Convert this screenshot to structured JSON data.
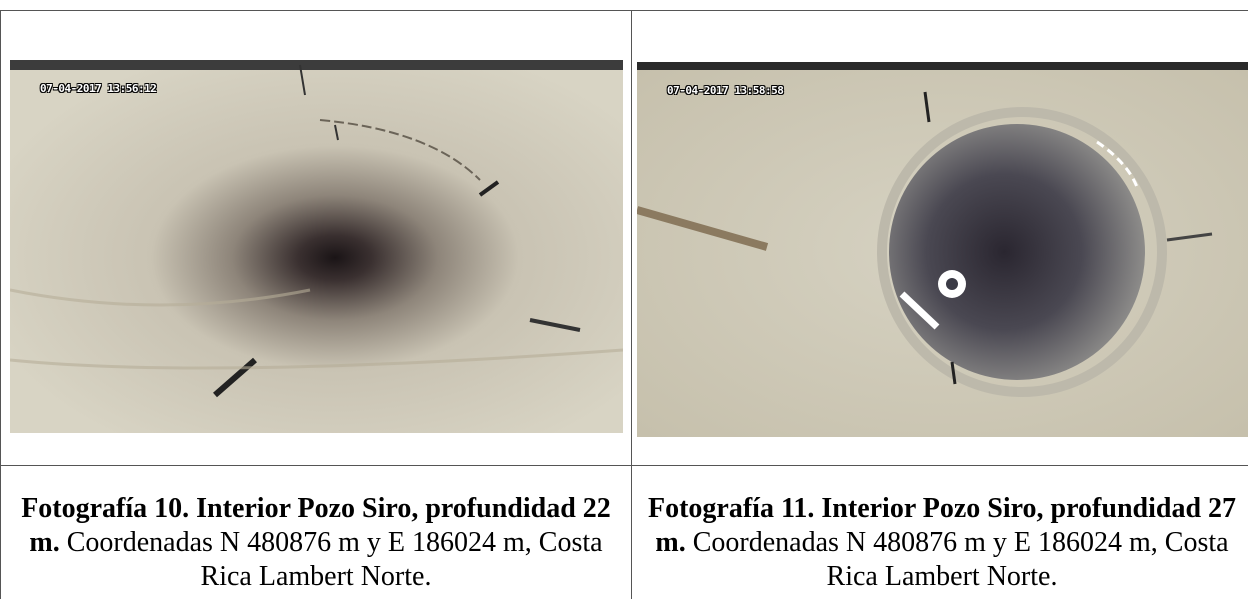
{
  "photos": [
    {
      "timestamp": "07-04-2017 13:56:12",
      "caption_bold": "Fotografía 10. Interior Pozo Siro, profundidad 22 m.",
      "caption_rest": " Coordenadas N 480876 m y E 186024 m, Costa Rica Lambert Norte."
    },
    {
      "timestamp": "07-04-2017 13:58:58",
      "caption_bold": "Fotografía 11. Interior Pozo Siro, profundidad 27 m.",
      "caption_rest": " Coordenadas N 480876 m y E 186024 m, Costa Rica Lambert Norte."
    }
  ]
}
